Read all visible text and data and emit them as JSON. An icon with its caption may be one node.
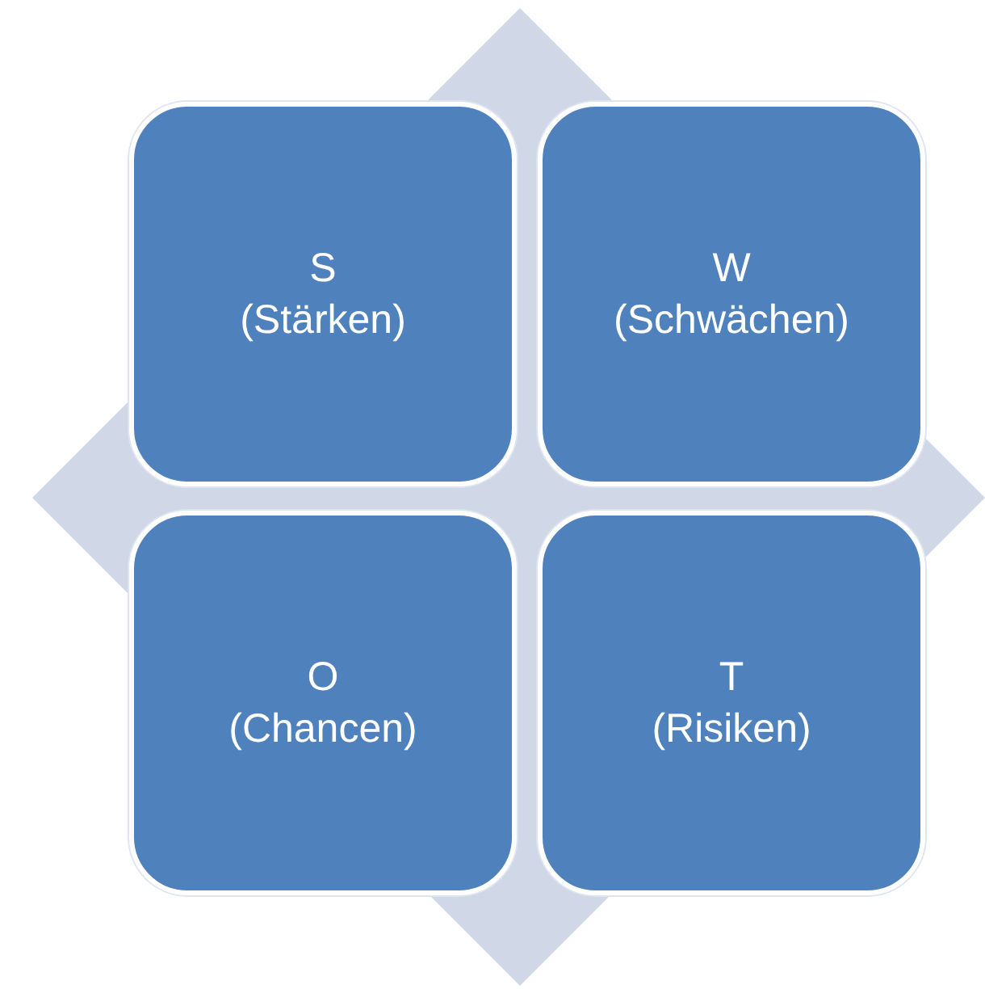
{
  "diagram": {
    "nodes": [
      {
        "text": [
          "S",
          "(Stärken)"
        ]
      },
      {
        "text": [
          "W",
          "(Schwächen)"
        ]
      },
      {
        "text": [
          "O",
          "(Chancen)"
        ]
      },
      {
        "text": [
          "T",
          "(Risiken)"
        ]
      }
    ]
  }
}
